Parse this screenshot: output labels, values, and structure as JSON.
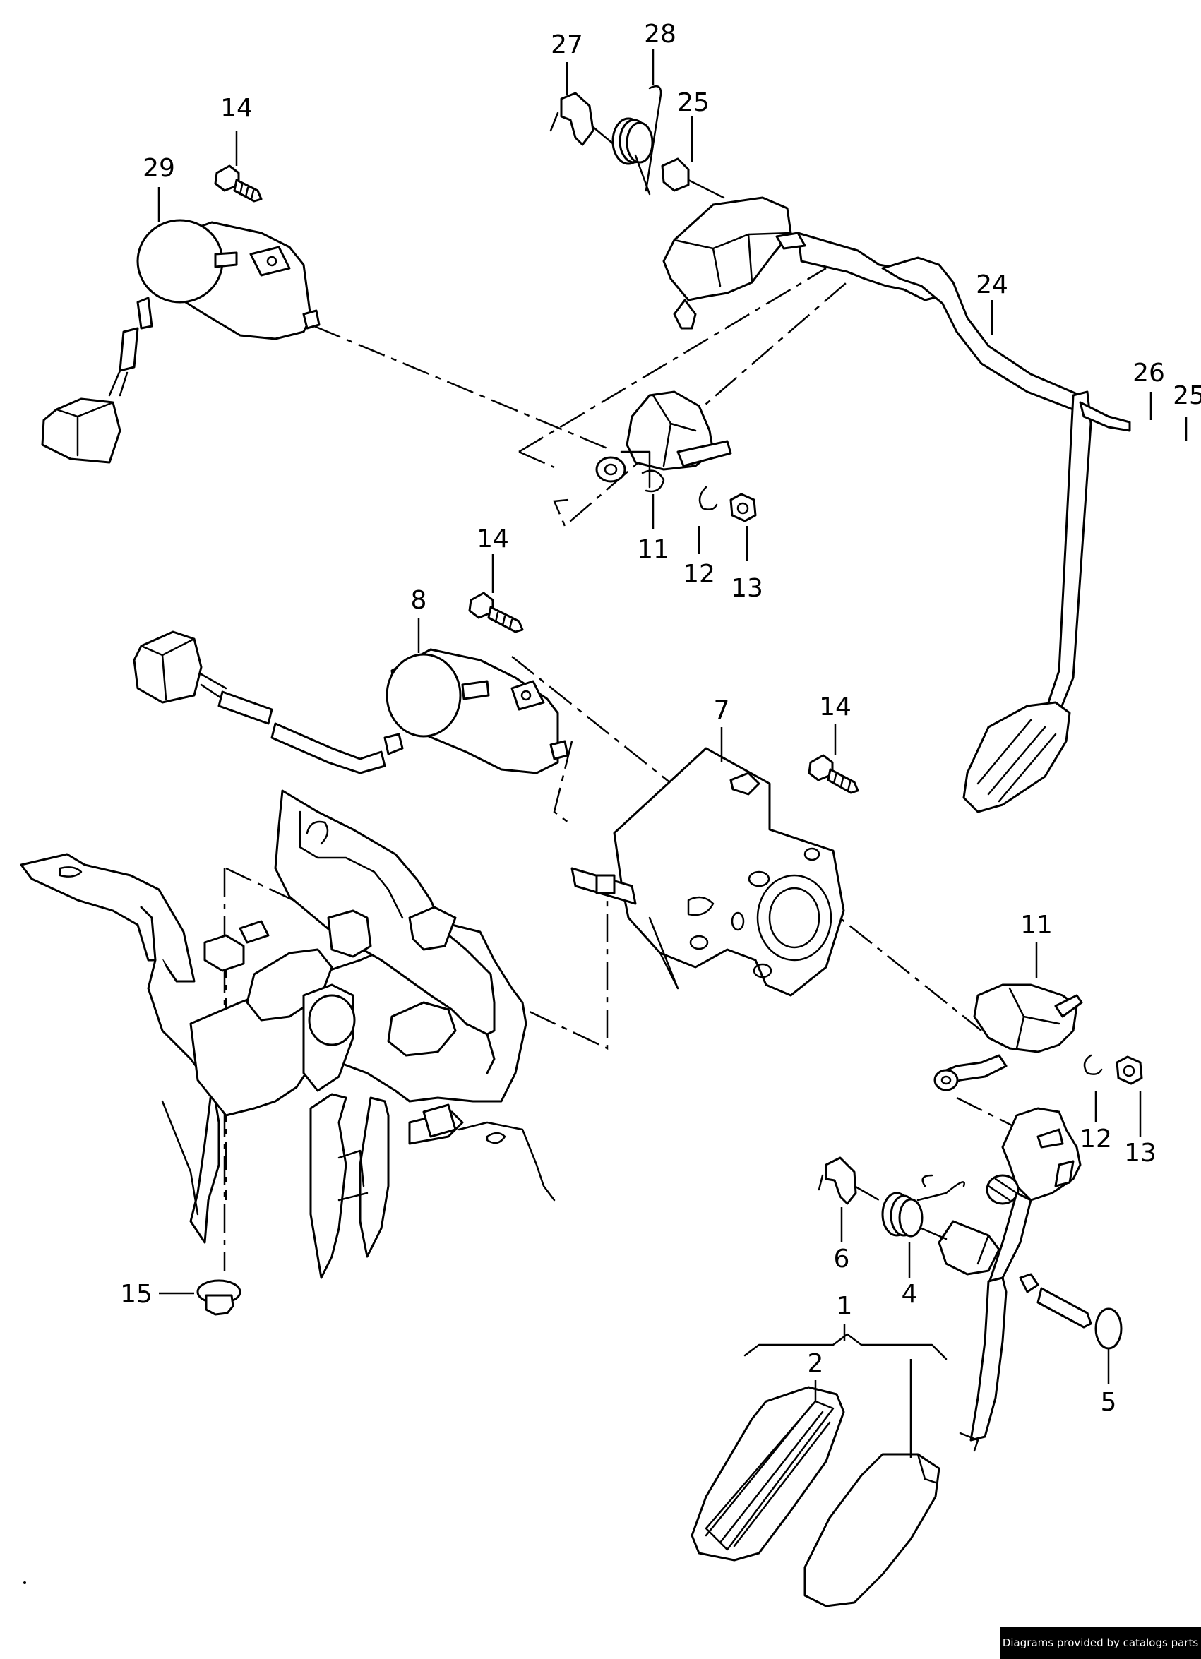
{
  "callouts": [
    {
      "id": "c27a",
      "label": "27"
    },
    {
      "id": "c28",
      "label": "28"
    },
    {
      "id": "c25a",
      "label": "25"
    },
    {
      "id": "c14a",
      "label": "14"
    },
    {
      "id": "c29",
      "label": "29"
    },
    {
      "id": "c24",
      "label": "24"
    },
    {
      "id": "c26",
      "label": "26"
    },
    {
      "id": "c25b",
      "label": "25"
    },
    {
      "id": "c11a",
      "label": "11"
    },
    {
      "id": "c12a",
      "label": "12"
    },
    {
      "id": "c13a",
      "label": "13"
    },
    {
      "id": "c14b",
      "label": "14"
    },
    {
      "id": "c8",
      "label": "8"
    },
    {
      "id": "c7",
      "label": "7"
    },
    {
      "id": "c14c",
      "label": "14"
    },
    {
      "id": "c11b",
      "label": "11"
    },
    {
      "id": "c12b",
      "label": "12"
    },
    {
      "id": "c13b",
      "label": "13"
    },
    {
      "id": "c6",
      "label": "6"
    },
    {
      "id": "c4",
      "label": "4"
    },
    {
      "id": "c15",
      "label": "15"
    },
    {
      "id": "c1",
      "label": "1"
    },
    {
      "id": "c2",
      "label": "2"
    },
    {
      "id": "c5",
      "label": "5"
    }
  ],
  "credit": "Diagrams provided by catalogs parts"
}
